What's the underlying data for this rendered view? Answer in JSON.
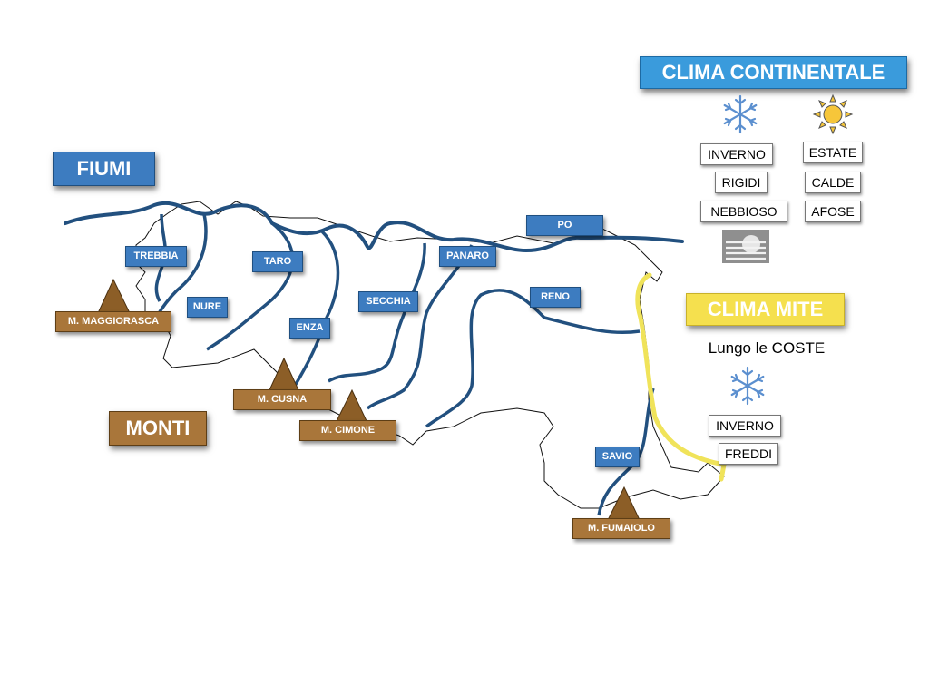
{
  "section_labels": {
    "fiumi": "FIUMI",
    "monti": "MONTI"
  },
  "rivers": {
    "po": "PO",
    "trebbia": "TREBBIA",
    "nure": "NURE",
    "taro": "TARO",
    "enza": "ENZA",
    "secchia": "SECCHIA",
    "panaro": "PANARO",
    "reno": "RENO",
    "savio": "SAVIO"
  },
  "mountains": {
    "maggiorasca": "M. MAGGIORASCA",
    "cusna": "M. CUSNA",
    "cimone": "M. CIMONE",
    "fumaiolo": "M. FUMAIOLO"
  },
  "clima_continentale": {
    "title": "CLIMA CONTINENTALE",
    "winter_words": [
      "INVERNO",
      "RIGIDI",
      "NEBBIOSO"
    ],
    "summer_words": [
      "ESTATE",
      "CALDE",
      "AFOSE"
    ],
    "icons": [
      "snowflake-icon",
      "sun-icon",
      "fog-icon"
    ]
  },
  "clima_mite": {
    "title": "CLIMA MITE",
    "subtitle": "Lungo le COSTE",
    "winter_words": [
      "INVERNO",
      "FREDDI"
    ],
    "icons": [
      "snowflake-icon"
    ]
  },
  "colors": {
    "river": "#22507f",
    "river_label": "#3d7cc0",
    "mountain": "#a9763a",
    "clima_continentale": "#3a9bdc",
    "clima_mite": "#f5e04e",
    "coast_line": "#f0e35a"
  }
}
